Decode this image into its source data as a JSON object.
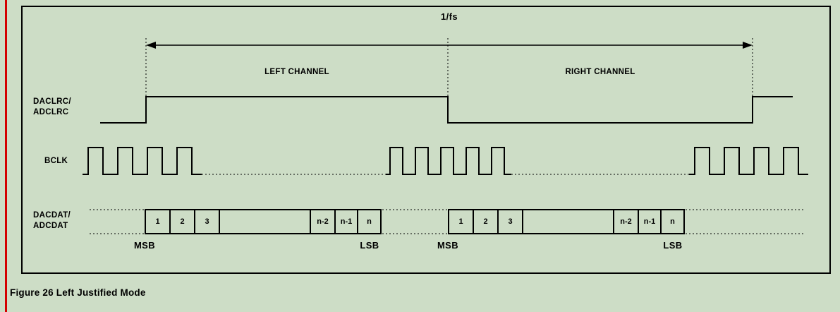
{
  "colors": {
    "page_background": "#cdddc6",
    "line_color": "#000000",
    "red_rule_color": "#d40000"
  },
  "figure_caption": "Figure 26 Left Justified Mode",
  "diagram": {
    "period_label": "1/fs",
    "left_channel_label": "LEFT CHANNEL",
    "right_channel_label": "RIGHT CHANNEL",
    "signals": {
      "lrc_line1": "DACLRC/",
      "lrc_line2": "ADCLRC",
      "bclk": "BCLK",
      "dat_line1": "DACDAT/",
      "dat_line2": "ADCDAT"
    },
    "data_cells": [
      "1",
      "2",
      "3",
      "",
      "n-2",
      "n-1",
      "n"
    ],
    "msb_label": "MSB",
    "lsb_label": "LSB"
  }
}
